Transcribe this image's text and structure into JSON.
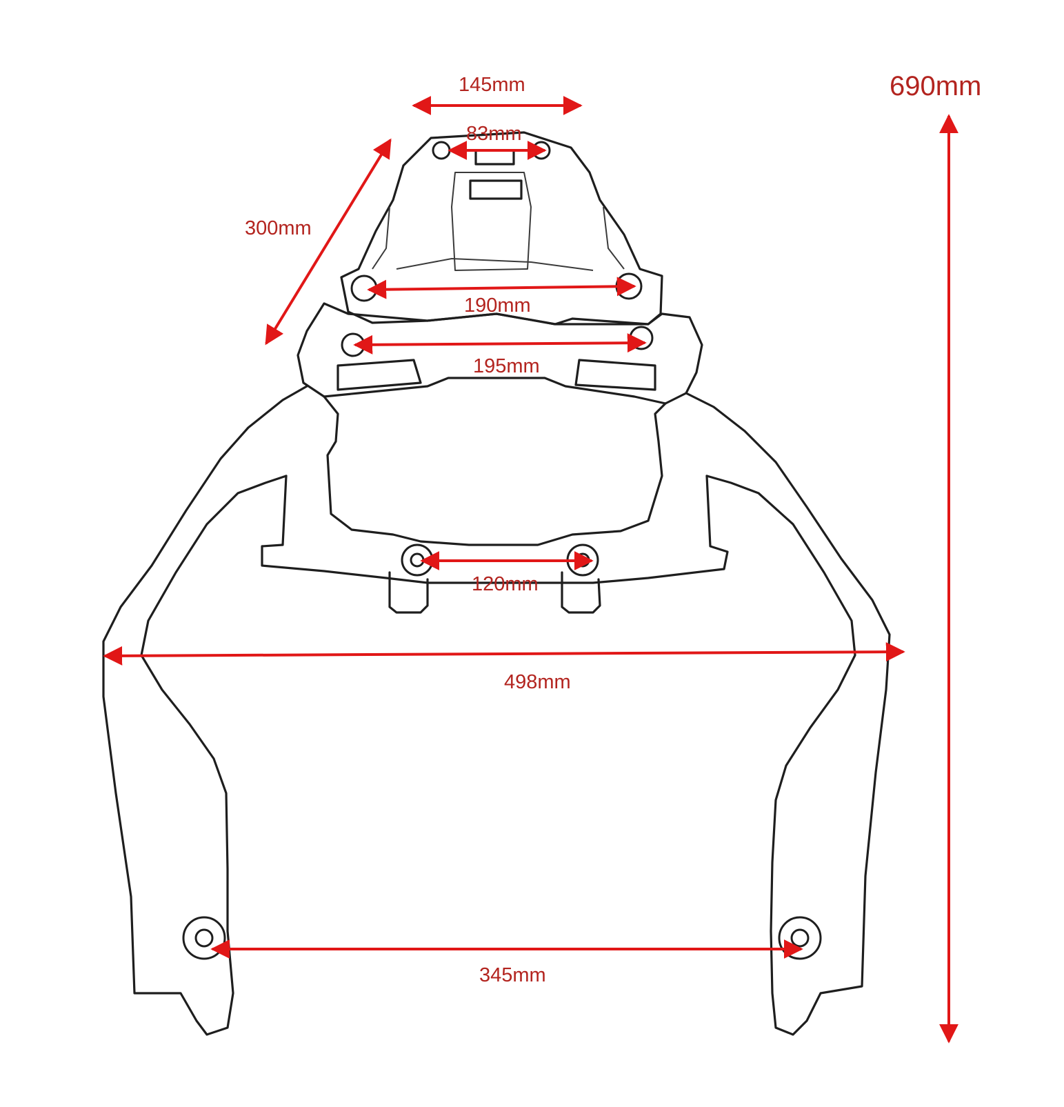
{
  "dimensions": {
    "height_total": "690mm",
    "top_width": "145mm",
    "top_holes": "83mm",
    "diagonal_length": "300mm",
    "upper_mount_spacing": "190mm",
    "middle_mount_spacing": "195mm",
    "inner_bracket_spacing": "120mm",
    "overall_width": "498mm",
    "bottom_mount_spacing": "345mm"
  },
  "colors": {
    "arrow": "#e11717",
    "label": "#b3241f",
    "outline": "#1e1e1e",
    "background": "#ffffff"
  }
}
